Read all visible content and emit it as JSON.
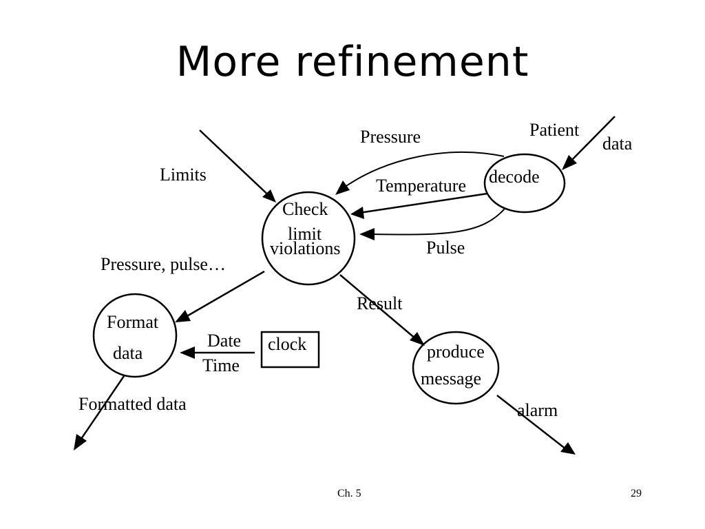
{
  "slide": {
    "title": "More refinement",
    "footer_chapter": "Ch. 5",
    "page_number": "29"
  },
  "processes": {
    "check_line1": "Check",
    "check_line2": "limit",
    "check_line3": "violations",
    "decode": "decode",
    "format_line1": "Format",
    "format_line2": "data",
    "produce_line1": "produce",
    "produce_line2": "message"
  },
  "external": {
    "clock": "clock"
  },
  "flows": {
    "limits": "Limits",
    "pressure": "Pressure",
    "patient": "Patient",
    "patient_data": "data",
    "temperature": "Temperature",
    "pulse": "Pulse",
    "pressure_pulse": "Pressure, pulse…",
    "result": "Result",
    "date": "Date",
    "time": "Time",
    "formatted_data": "Formatted data",
    "alarm": "alarm"
  }
}
